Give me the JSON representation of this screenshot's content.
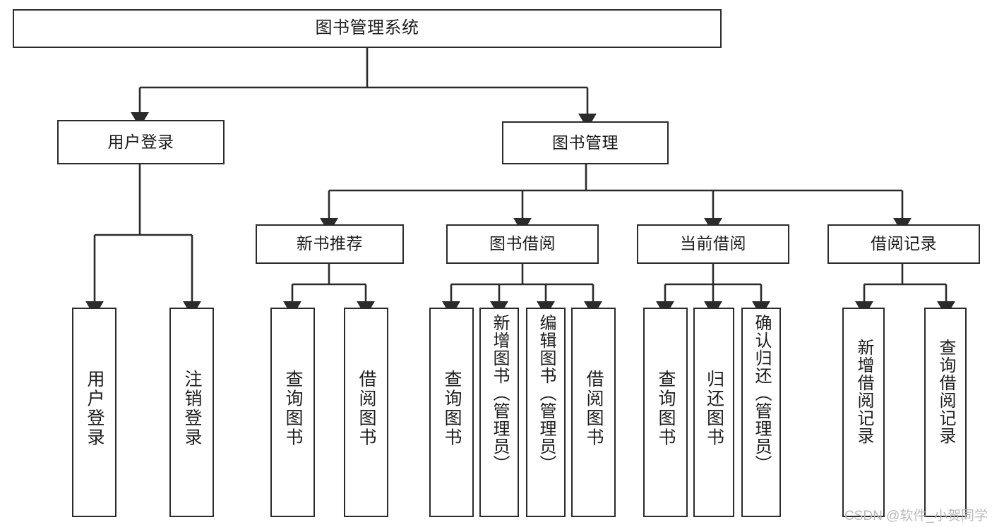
{
  "diagram": {
    "title": "图书管理系统",
    "type": "tree-hierarchy-chart",
    "stroke_color": "#2b2b2b",
    "fill_color": "#ffffff",
    "text_color": "#1d1d1d"
  },
  "nodes": {
    "root": {
      "label": "图书管理系统"
    },
    "level2": [
      {
        "label": "用户登录"
      },
      {
        "label": "图书管理"
      }
    ],
    "level3": [
      {
        "label": "新书推荐"
      },
      {
        "label": "图书借阅"
      },
      {
        "label": "当前借阅"
      },
      {
        "label": "借阅记录"
      }
    ],
    "leaves": {
      "user_login": [
        {
          "label": "用户登录"
        },
        {
          "label": "注销登录"
        }
      ],
      "new_book_recommend": [
        {
          "label": "查询图书"
        },
        {
          "label": "借阅图书"
        }
      ],
      "book_borrow": [
        {
          "label": "查询图书"
        },
        {
          "label": "新增图书（管理员）"
        },
        {
          "label": "编辑图书（管理员）"
        },
        {
          "label": "借阅图书"
        }
      ],
      "current_borrow": [
        {
          "label": "查询图书"
        },
        {
          "label": "归还图书"
        },
        {
          "label": "确认归还（管理员）"
        }
      ],
      "borrow_record": [
        {
          "label": "新增借阅记录"
        },
        {
          "label": "查询借阅记录"
        }
      ]
    }
  },
  "watermark": {
    "text": "CSDN @软件_小贺同学"
  }
}
